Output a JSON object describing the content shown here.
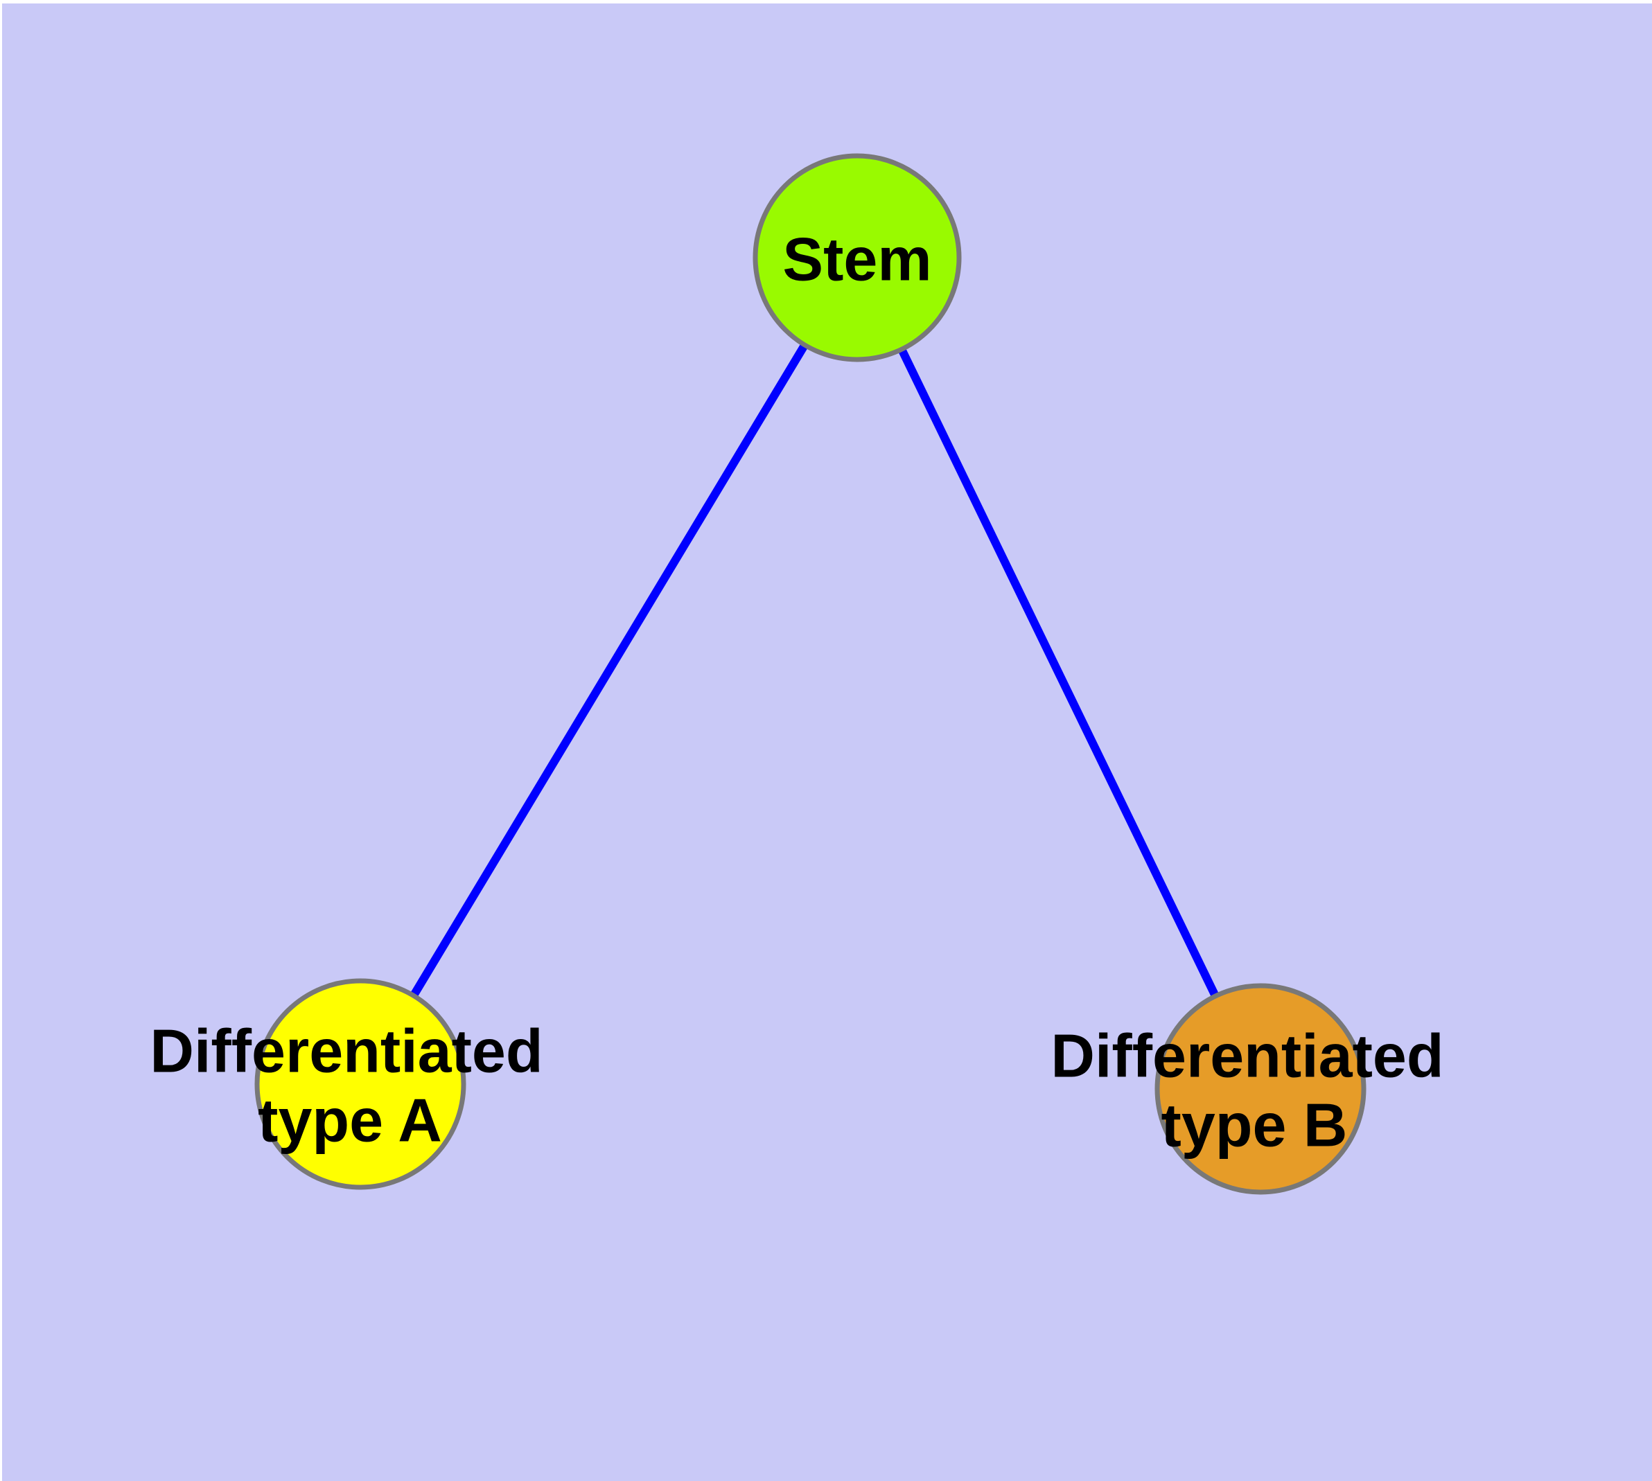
{
  "diagram": {
    "background_color": "#C9C9F7",
    "edge_color": "#0000FF",
    "node_border_color": "#787878",
    "text_color": "#000000",
    "nodes": {
      "stem": {
        "label": "Stem",
        "fill": "#99FA00"
      },
      "type_a": {
        "label_line1": "Differentiated",
        "label_line2": "type A",
        "fill": "#FFFF00"
      },
      "type_b": {
        "label_line1": "Differentiated",
        "label_line2": "type B",
        "fill": "#E69C28"
      }
    },
    "edges": [
      {
        "from": "Stem",
        "to": "Differentiated type A"
      },
      {
        "from": "Stem",
        "to": "Differentiated type B"
      }
    ]
  }
}
